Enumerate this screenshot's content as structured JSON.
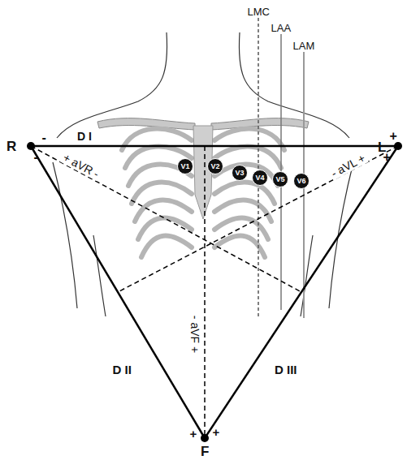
{
  "diagram": {
    "nodes": [
      {
        "text": [
          "V1"
        ]
      },
      {
        "text": [
          "V2"
        ]
      },
      {
        "text": [
          "V3"
        ]
      },
      {
        "text": [
          "V4"
        ]
      },
      {
        "text": [
          "V5"
        ]
      },
      {
        "text": [
          "V6"
        ]
      }
    ],
    "labels": [
      "LMC",
      "LAA",
      "LAM",
      "R",
      "L",
      "F",
      "D I",
      "D II",
      "D III",
      "- aVF +",
      "+ aVR -",
      "- aVL +",
      "-",
      "-",
      "+",
      "+",
      "+",
      "+"
    ]
  }
}
